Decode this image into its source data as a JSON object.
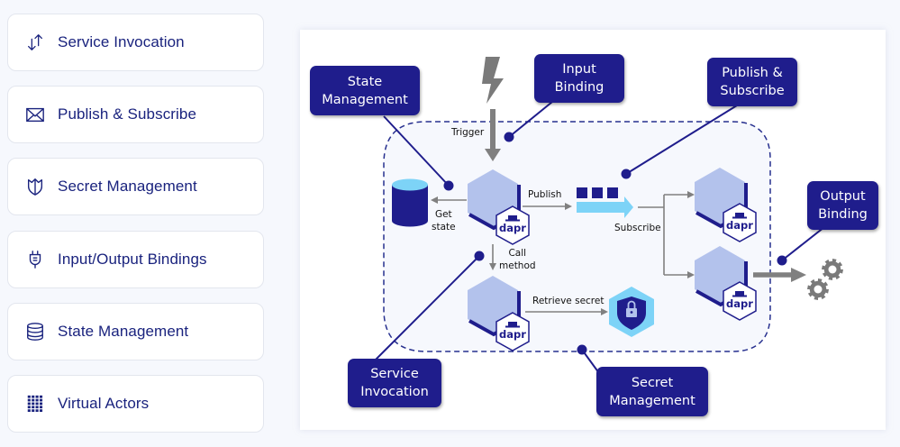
{
  "features": [
    {
      "label": "Service Invocation",
      "icon": "arrows-up-down-icon"
    },
    {
      "label": "Publish & Subscribe",
      "icon": "envelope-icon"
    },
    {
      "label": "Secret Management",
      "icon": "shield-icon"
    },
    {
      "label": "Input/Output Bindings",
      "icon": "plug-icon"
    },
    {
      "label": "State Management",
      "icon": "database-icon"
    },
    {
      "label": "Virtual Actors",
      "icon": "grid-icon"
    }
  ],
  "diagram": {
    "callouts": {
      "state_management": "State\nManagement",
      "input_binding": "Input\nBinding",
      "publish_subscribe": "Publish &\nSubscribe",
      "output_binding": "Output\nBinding",
      "service_invocation": "Service\nInvocation",
      "secret_management": "Secret\nManagement"
    },
    "labels": {
      "trigger": "Trigger",
      "get_state": "Get\nstate",
      "publish": "Publish",
      "subscribe": "Subscribe",
      "call_method": "Call\nmethod",
      "retrieve_secret": "Retrieve secret"
    },
    "sidecar_text": "dapr",
    "colors": {
      "navy": "#1f1d8c",
      "hex_light": "#b3c2ec",
      "cyan": "#7dd3f7",
      "gray": "#808080"
    }
  }
}
